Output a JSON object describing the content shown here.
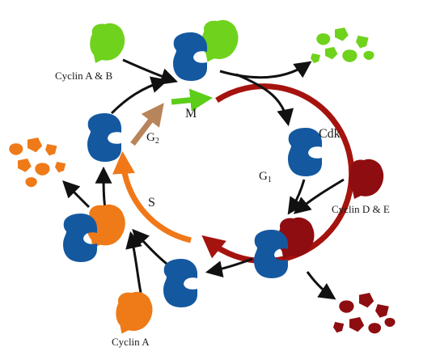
{
  "colors": {
    "cdk": "#1458a0",
    "cyclin_ab": "#6fd21c",
    "cyclin_de": "#8e0d10",
    "cyclin_a": "#ef7a18",
    "phase_m": "#5ccd18",
    "phase_g1": "#a5130f",
    "phase_s": "#f07818",
    "phase_g2": "#b8845a",
    "arrow": "#111111"
  },
  "labels": {
    "cyclin_ab": "Cyclin A & B",
    "cyclin_de": "Cyclin D & E",
    "cyclin_a": "Cyclin A",
    "cdk": "Cdk"
  },
  "phases": {
    "m": "M",
    "g1_main": "G",
    "g1_sub": "1",
    "s": "S",
    "g2_main": "G",
    "g2_sub": "2"
  }
}
